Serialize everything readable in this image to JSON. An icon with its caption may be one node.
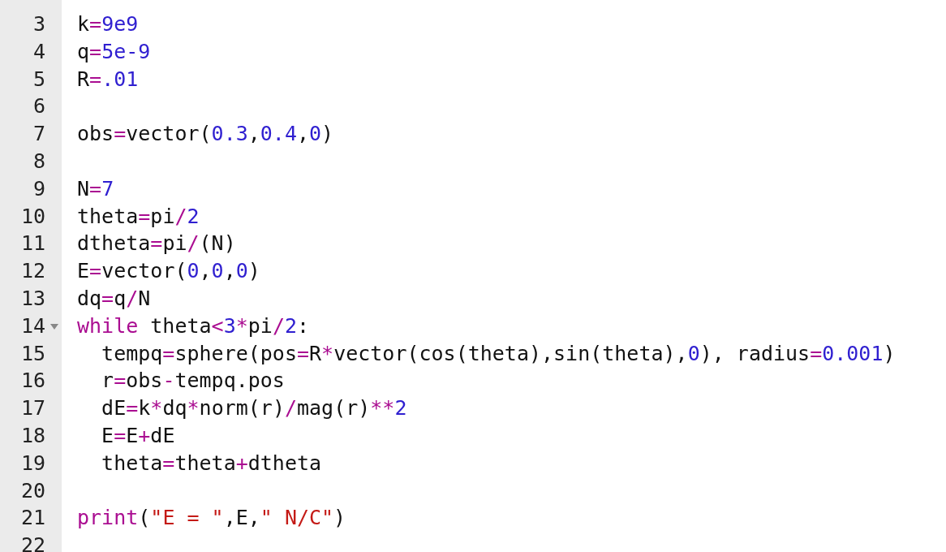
{
  "diagram": {
    "labels": [
      "3",
      "k=9e9",
      "4",
      "q=5e-9",
      "5",
      "R=.01",
      "6",
      "7",
      "obs=vector(0.3,0.4,0)",
      "8",
      "9",
      "N=7",
      "10",
      "theta=pi/2",
      "11",
      "dtheta=pi/(N)",
      "12",
      "E=vector(0,0,0)",
      "13",
      "dq=q/N",
      "14",
      "while theta<3*pi/2:",
      "15",
      "  tempq=sphere(pos=R*vector(cos(theta),sin(theta),0), radius=0.001)",
      "16",
      "  r=obs-tempq.pos",
      "17",
      "  dE=k*dq*norm(r)/mag(r)**2",
      "18",
      "  E=E+dE",
      "19",
      "  theta=theta+dtheta",
      "20",
      "21",
      "print(\"E = \",E,\" N/C\")",
      "22"
    ]
  }
}
